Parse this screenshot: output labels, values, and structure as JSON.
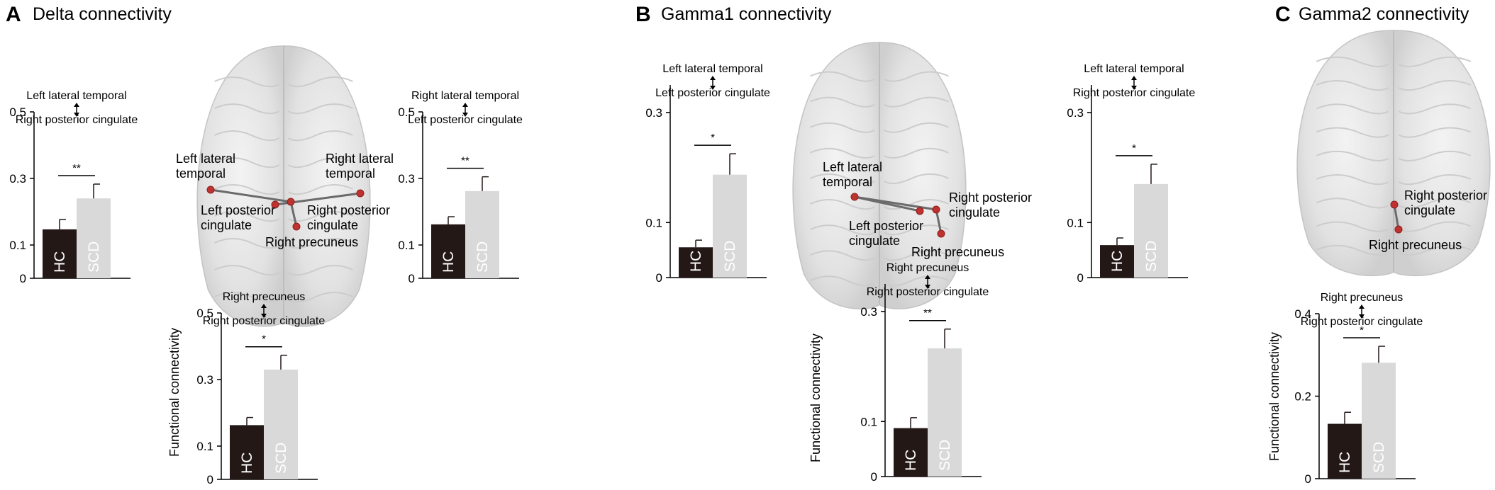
{
  "panels": [
    {
      "letter": "A",
      "title": "Delta connectivity"
    },
    {
      "letter": "B",
      "title": "Gamma1 connectivity"
    },
    {
      "letter": "C",
      "title": "Gamma2 connectivity"
    }
  ],
  "common": {
    "ylabel": "Functional connectivity",
    "hc_label": "HC",
    "scd_label": "SCD"
  },
  "colors": {
    "hc": "#231816",
    "scd": "#d9d9d9",
    "axis": "#000000",
    "node": "#c0322f",
    "edge": "#6b6b6b",
    "brain": "#e3e3e3"
  },
  "brains": [
    {
      "name": "delta-brain",
      "nodes": [
        {
          "label": "Left lateral\ntemporal"
        },
        {
          "label": "Left posterior\ncingulate"
        },
        {
          "label": "Right posterior\ncingulate"
        },
        {
          "label": "Right lateral\ntemporal"
        },
        {
          "label": "Right precuneus"
        }
      ]
    },
    {
      "name": "gamma1-brain",
      "nodes": [
        {
          "label": "Left lateral\ntemporal"
        },
        {
          "label": "Left posterior\ncingulate"
        },
        {
          "label": "Right posterior\ncingulate"
        },
        {
          "label": "Right precuneus"
        }
      ]
    },
    {
      "name": "gamma2-brain",
      "nodes": [
        {
          "label": "Right posterior\ncingulate"
        },
        {
          "label": "Right precuneus"
        }
      ]
    }
  ],
  "chart_data": [
    {
      "type": "bar",
      "panel": "A",
      "categories": [
        "HC",
        "SCD"
      ],
      "values": [
        0.147,
        0.24
      ],
      "errors": [
        0.03,
        0.043
      ],
      "ylim": [
        0,
        0.5
      ],
      "yticks": [
        0,
        0.1,
        0.3,
        0.5
      ],
      "ytick_labels": [
        "0",
        "0.1",
        "0.3",
        "0.5"
      ],
      "ylabel": "",
      "annotation_top": "Left lateral temporal",
      "annotation_bottom": "Right posterior cingulate",
      "significance": "**"
    },
    {
      "type": "bar",
      "panel": "A",
      "categories": [
        "HC",
        "SCD"
      ],
      "values": [
        0.162,
        0.262
      ],
      "errors": [
        0.023,
        0.043
      ],
      "ylim": [
        0,
        0.5
      ],
      "yticks": [
        0,
        0.1,
        0.3,
        0.5
      ],
      "ytick_labels": [
        "0",
        "0.1",
        "0.3",
        "0.5"
      ],
      "ylabel": "",
      "annotation_top": "Right lateral temporal",
      "annotation_bottom": "Left posterior cingulate",
      "significance": "**"
    },
    {
      "type": "bar",
      "panel": "A",
      "categories": [
        "HC",
        "SCD"
      ],
      "values": [
        0.163,
        0.33
      ],
      "errors": [
        0.023,
        0.043
      ],
      "ylim": [
        0,
        0.5
      ],
      "yticks": [
        0,
        0.1,
        0.3,
        0.5
      ],
      "ytick_labels": [
        "0",
        "0.1",
        "0.3",
        "0.5"
      ],
      "ylabel": "Functional connectivity",
      "annotation_top": "Right precuneus",
      "annotation_bottom": "Right posterior cingulate",
      "significance": "*"
    },
    {
      "type": "bar",
      "panel": "B",
      "categories": [
        "HC",
        "SCD"
      ],
      "values": [
        0.055,
        0.187
      ],
      "errors": [
        0.013,
        0.038
      ],
      "ylim": [
        0,
        0.35
      ],
      "yticks": [
        0,
        0.1,
        0.3
      ],
      "ytick_labels": [
        "0",
        "0.1",
        "0.3"
      ],
      "ylabel": "",
      "annotation_top": "Left lateral temporal",
      "annotation_bottom": "Left posterior cingulate",
      "significance": "*"
    },
    {
      "type": "bar",
      "panel": "B",
      "categories": [
        "HC",
        "SCD"
      ],
      "values": [
        0.059,
        0.17
      ],
      "errors": [
        0.013,
        0.036
      ],
      "ylim": [
        0,
        0.35
      ],
      "yticks": [
        0,
        0.1,
        0.3
      ],
      "ytick_labels": [
        "0",
        "0.1",
        "0.3"
      ],
      "ylabel": "",
      "annotation_top": "Left lateral temporal",
      "annotation_bottom": "Right posterior cingulate",
      "significance": "*"
    },
    {
      "type": "bar",
      "panel": "B",
      "categories": [
        "HC",
        "SCD"
      ],
      "values": [
        0.088,
        0.233
      ],
      "errors": [
        0.019,
        0.035
      ],
      "ylim": [
        0,
        0.35
      ],
      "yticks": [
        0,
        0.1,
        0.3
      ],
      "ytick_labels": [
        "0",
        "0.1",
        "0.3"
      ],
      "ylabel": "Functional connectivity",
      "annotation_top": "Right precuneus",
      "annotation_bottom": "Right posterior cingulate",
      "significance": "**"
    },
    {
      "type": "bar",
      "panel": "C",
      "categories": [
        "HC",
        "SCD"
      ],
      "values": [
        0.133,
        0.281
      ],
      "errors": [
        0.028,
        0.04
      ],
      "ylim": [
        0,
        0.4
      ],
      "yticks": [
        0,
        0.2,
        0.4
      ],
      "ytick_labels": [
        "0",
        "0.2",
        "0.4"
      ],
      "ylabel": "Functional connectivity",
      "annotation_top": "Right precuneus",
      "annotation_bottom": "Right posterior cingulate",
      "significance": "*"
    }
  ]
}
